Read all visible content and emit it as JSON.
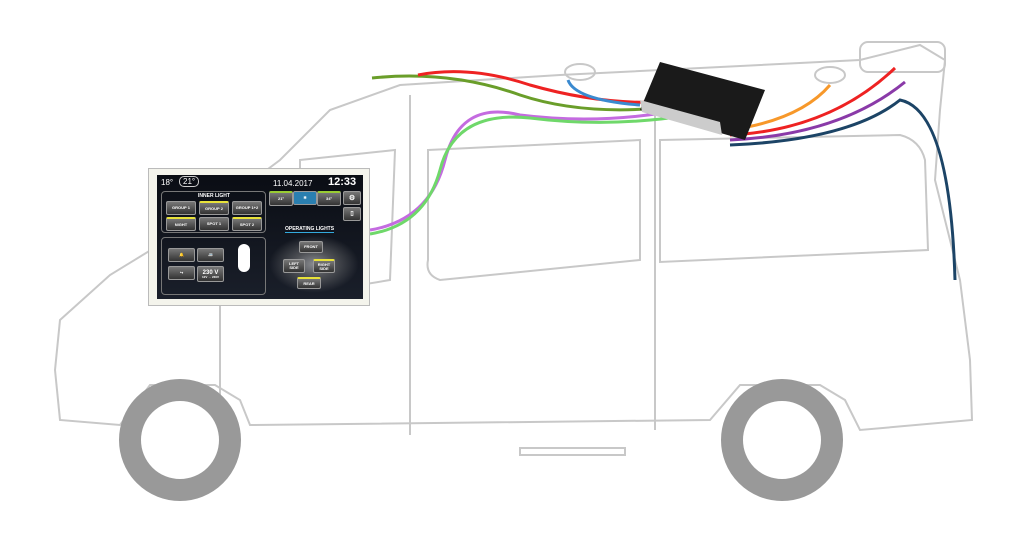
{
  "panel": {
    "temp_outside": "18°",
    "temp_inside": "21°",
    "date": "11.04.2017",
    "time": "12:33",
    "inner_light": {
      "title": "INNER LIGHT",
      "buttons": [
        {
          "label": "GROUP 1",
          "on": false
        },
        {
          "label": "GROUP 2",
          "on": true
        },
        {
          "label": "GROUP 1+2",
          "on": false
        },
        {
          "label": "NIGHT",
          "on": true
        },
        {
          "label": "SPOT 1",
          "on": false
        },
        {
          "label": "SPOT 2",
          "on": true
        }
      ]
    },
    "climate": [
      "21°",
      "",
      "34°"
    ],
    "voltage": {
      "value": "230 V",
      "sub": "12V → 230V"
    },
    "operating_lights": {
      "title": "OPERATING LIGHTS",
      "front": "FRONT",
      "left": "LEFT SIDE",
      "right": "RIGHT SIDE",
      "rear": "REAR"
    }
  },
  "colors": {
    "wheel": "#999999",
    "outline": "#c8c8c8",
    "box": "#1a1a1a"
  }
}
